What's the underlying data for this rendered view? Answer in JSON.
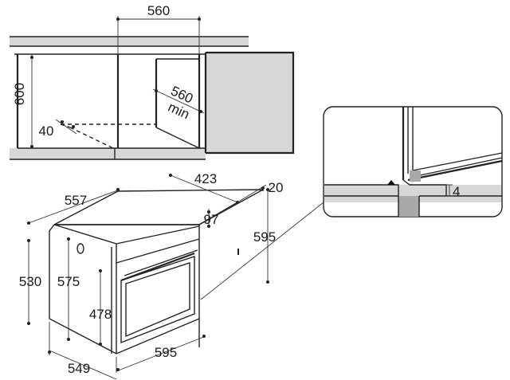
{
  "dimensions": {
    "niche_width": "560",
    "niche_height": "600",
    "niche_depth": "560",
    "niche_depth_note": "min",
    "vent_gap": "40",
    "oven_top_depth": "423",
    "oven_front_panel": "20",
    "oven_side_depth": "557",
    "control_panel_height": "97",
    "oven_total_height": "595",
    "oven_body_height": "530",
    "oven_inner_height": "575",
    "door_height": "478",
    "oven_width": "595",
    "oven_body_depth": "549",
    "detail_gap": "4"
  },
  "colors": {
    "line": "#222222",
    "cabinet_fill": "#d7d7d7",
    "background": "#ffffff"
  }
}
